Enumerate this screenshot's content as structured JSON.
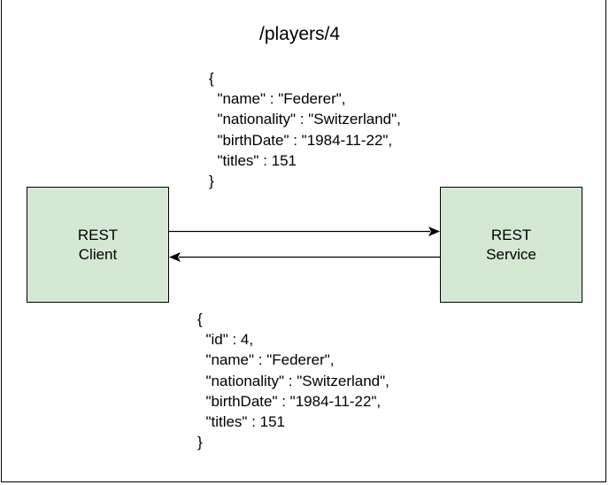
{
  "diagram": {
    "endpoint": "/players/4",
    "request_body": "{\n  \"name\" : \"Federer\",\n  \"nationality\" : \"Switzerland\",\n  \"birthDate\" : \"1984-11-22\",\n  \"titles\" : 151\n}",
    "response_body": "{\n  \"id\" : 4,\n  \"name\" : \"Federer\",\n  \"nationality\" : \"Switzerland\",\n  \"birthDate\" : \"1984-11-22\",\n  \"titles\" : 151\n}",
    "client_label": "REST\nClient",
    "service_label": "REST\nService"
  },
  "colors": {
    "box_fill": "#d5e8d4",
    "stroke": "#000000",
    "background": "#ffffff"
  }
}
